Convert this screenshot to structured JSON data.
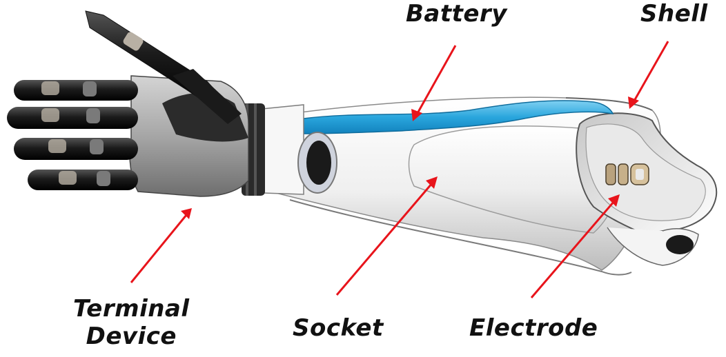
{
  "labels": {
    "battery": "Battery",
    "shell": "Shell",
    "terminal_device": [
      "Terminal",
      "Device"
    ],
    "socket": "Socket",
    "electrode": "Electrode"
  },
  "colors": {
    "arrow": "#e8141b",
    "battery": "#2aa6dd",
    "shell": "#f2f2f2",
    "hand_dark": "#1e1e1e",
    "hand_silver": "#a9a9a9",
    "electrode": "#b9a27e"
  }
}
